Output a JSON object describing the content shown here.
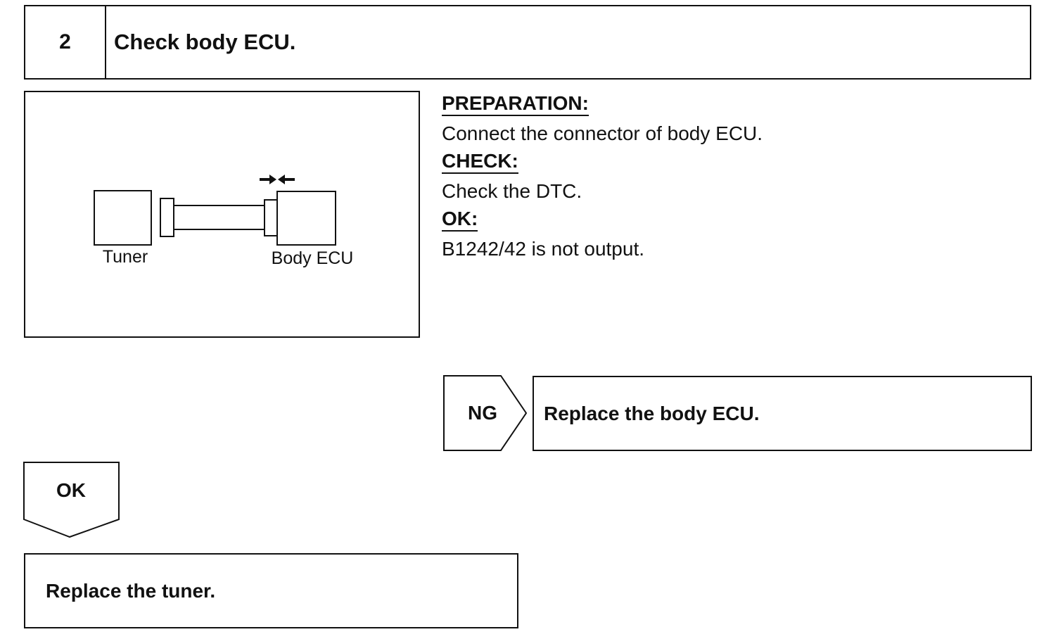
{
  "step": {
    "number": "2",
    "title": "Check body ECU."
  },
  "diagram": {
    "tuner_label": "Tuner",
    "ecu_label": "Body ECU"
  },
  "instructions": {
    "preparation_heading": "PREPARATION:",
    "preparation_text": "Connect the connector of body ECU.",
    "check_heading": "CHECK:",
    "check_text": "Check the DTC.",
    "ok_heading": "OK:",
    "ok_text": "B1242/42 is not output."
  },
  "ng_branch": {
    "label": "NG",
    "result": "Replace the body ECU."
  },
  "ok_branch": {
    "label": "OK",
    "result": "Replace the tuner."
  }
}
